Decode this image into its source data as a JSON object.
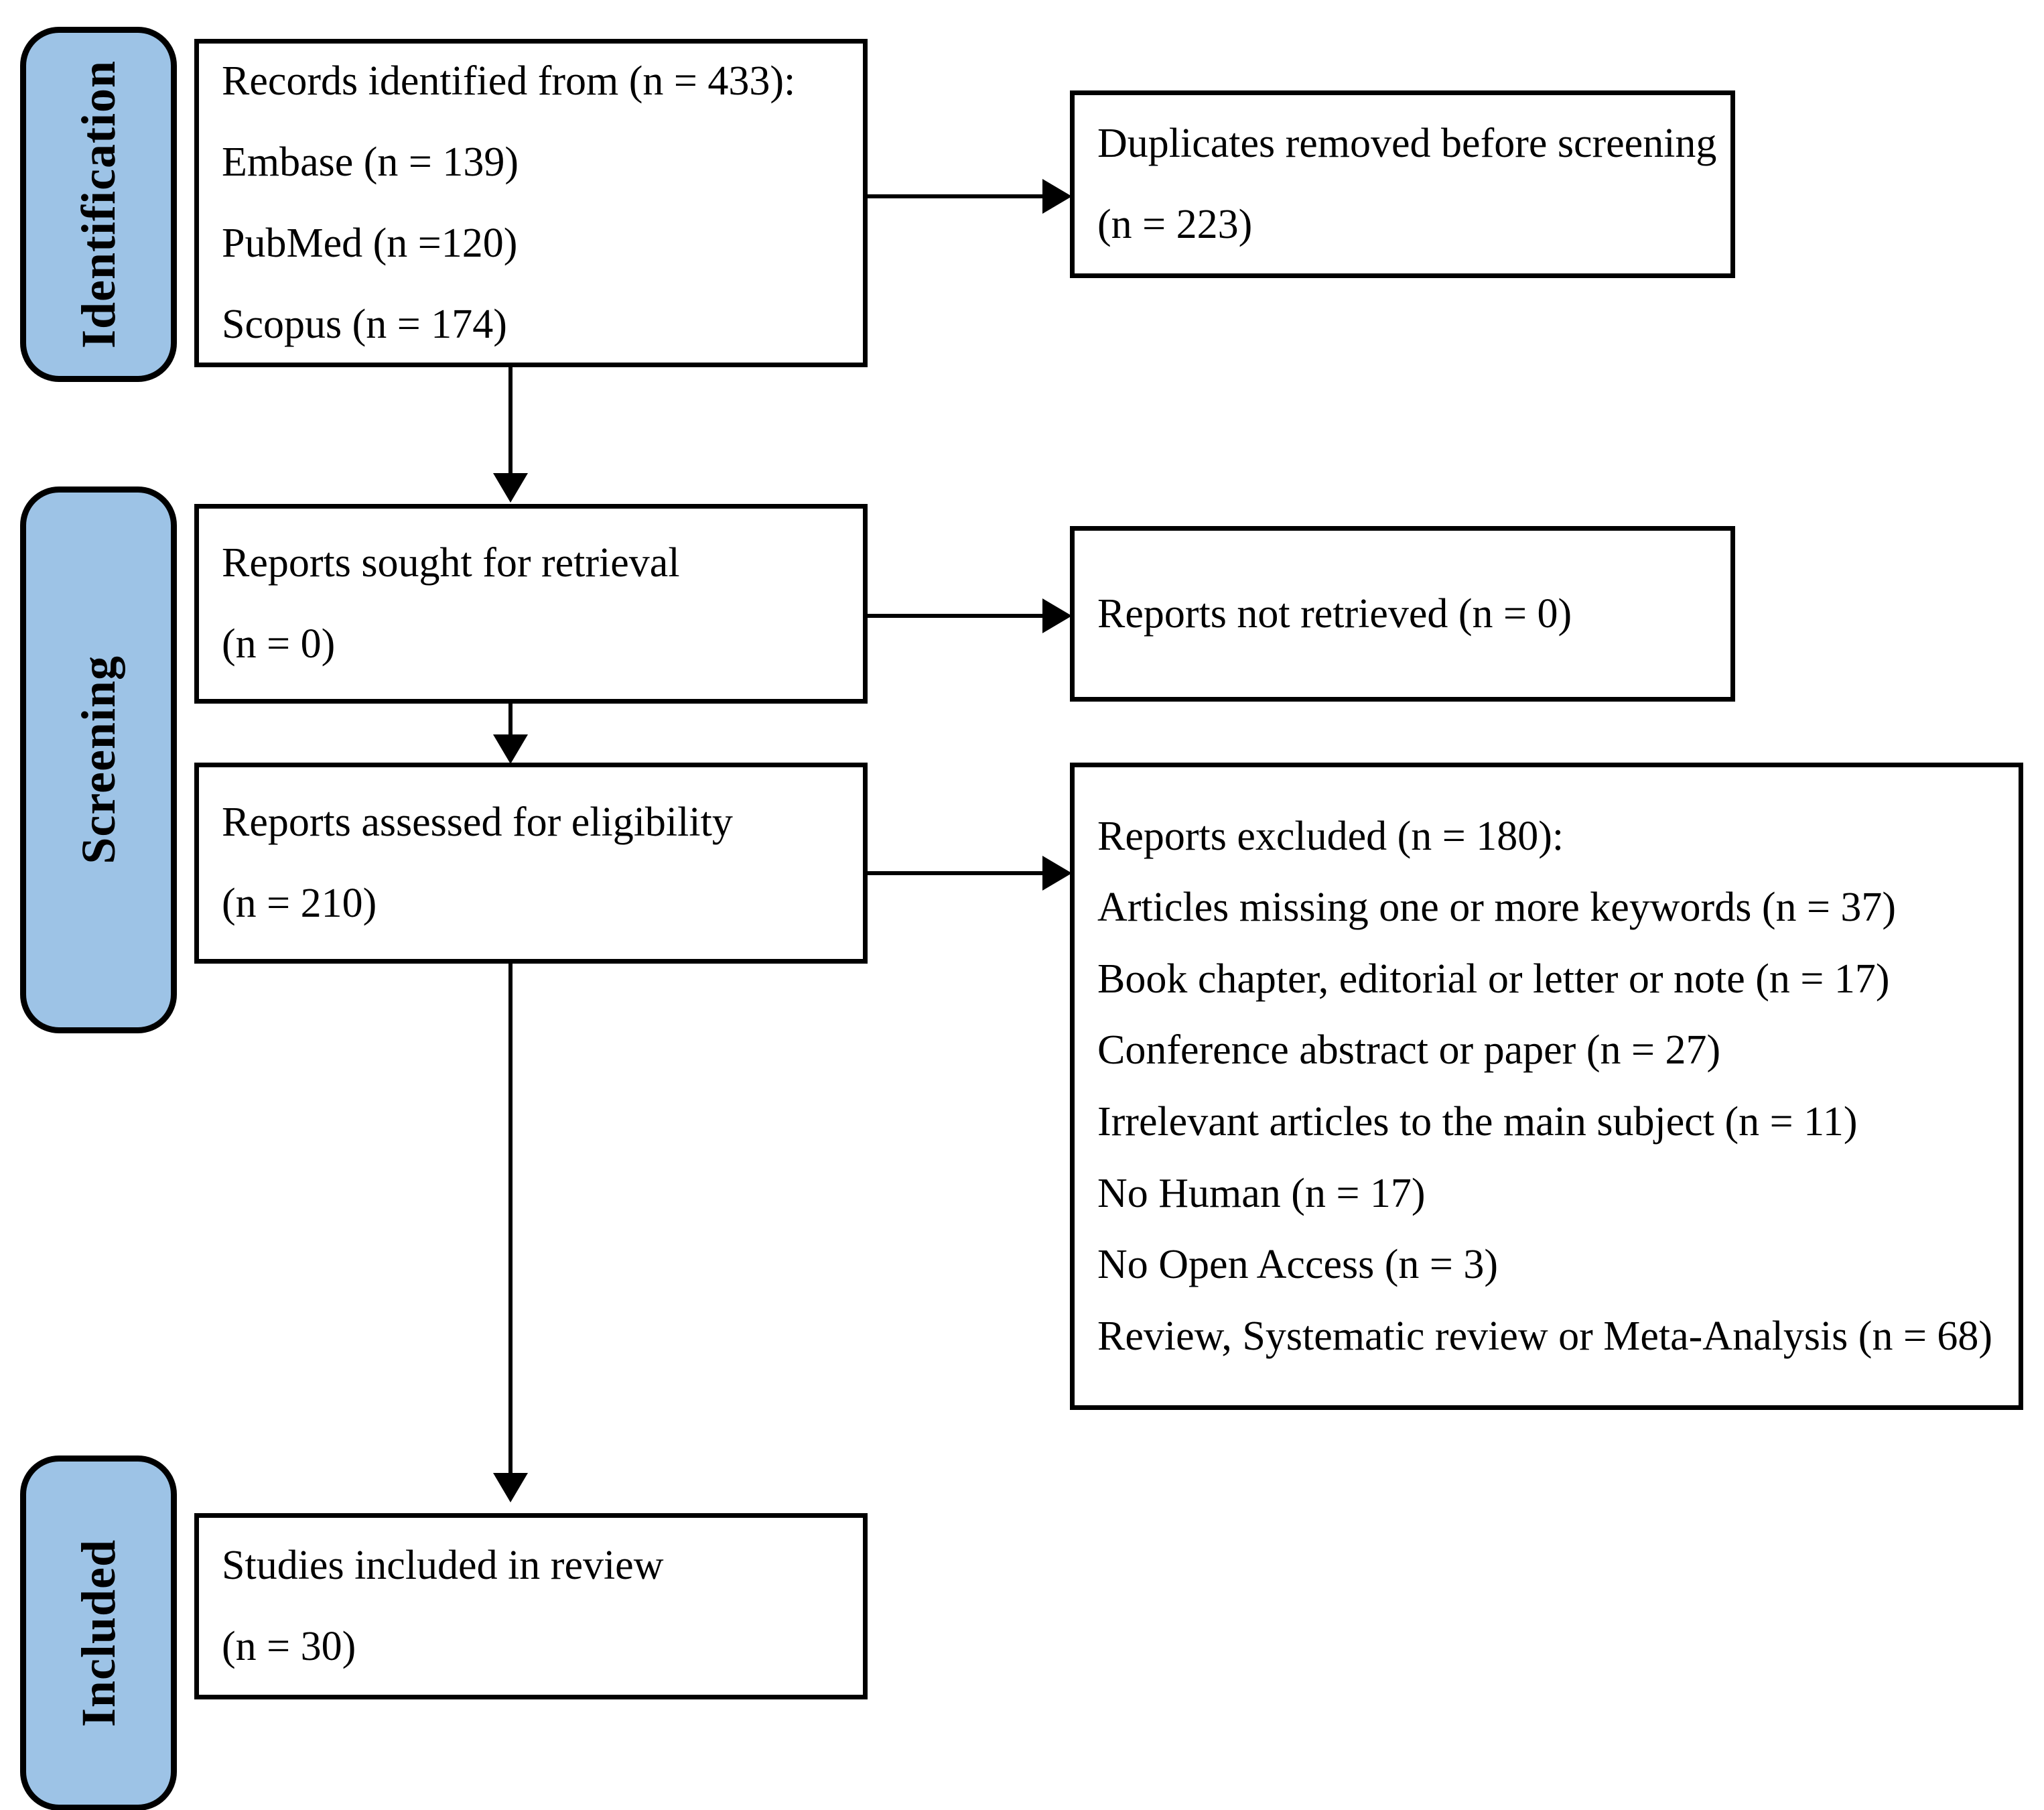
{
  "diagram": {
    "title": "PRISMA flow diagram",
    "accent_color": "#9DC3E6",
    "line_color": "#000000",
    "box_fill": "#FFFFFF"
  },
  "stages": [
    {
      "id": "identification",
      "label": "Identification"
    },
    {
      "id": "screening",
      "label": "Screening"
    },
    {
      "id": "included",
      "label": "Included"
    }
  ],
  "boxes": {
    "records_identified": {
      "lines": [
        "Records identified from (n = 433):",
        "Embase  (n = 139)",
        "PubMed (n =120)",
        "Scopus (n = 174)"
      ]
    },
    "duplicates_removed": {
      "lines": [
        "Duplicates  removed  before  screening",
        "(n = 223)"
      ]
    },
    "reports_sought": {
      "lines": [
        "Reports sought for retrieval",
        "(n = 0)"
      ]
    },
    "reports_not_retrieved": {
      "lines": [
        "Reports not retrieved (n = 0)"
      ]
    },
    "reports_assessed": {
      "lines": [
        "Reports assessed for eligibility",
        "(n = 210)"
      ]
    },
    "reports_excluded": {
      "lines": [
        "Reports excluded (n = 180):",
        "Articles missing one or more keywords (n = 37)",
        "Book chapter, editorial or letter or note (n = 17)",
        "Conference abstract or paper (n = 27)",
        "Irrelevant articles to the main subject (n = 11)",
        "No Human (n = 17)",
        "No Open Access (n = 3)",
        "Review, Systematic review or Meta-Analysis (n = 68)"
      ]
    },
    "studies_included": {
      "lines": [
        "Studies included in review",
        "(n = 30)"
      ]
    }
  },
  "chart_data": {
    "type": "diagram",
    "title": "PRISMA 2020 flow diagram for systematic review",
    "nodes": [
      {
        "id": "records_identified",
        "stage": "Identification",
        "label": "Records identified from",
        "n": 433,
        "sources": [
          {
            "name": "Embase",
            "n": 139
          },
          {
            "name": "PubMed",
            "n": 120
          },
          {
            "name": "Scopus",
            "n": 174
          }
        ]
      },
      {
        "id": "duplicates_removed",
        "stage": "Identification",
        "label": "Duplicates removed before screening",
        "n": 223
      },
      {
        "id": "reports_sought",
        "stage": "Screening",
        "label": "Reports sought for retrieval",
        "n": 0
      },
      {
        "id": "reports_not_retrieved",
        "stage": "Screening",
        "label": "Reports not retrieved",
        "n": 0
      },
      {
        "id": "reports_assessed",
        "stage": "Screening",
        "label": "Reports assessed for eligibility",
        "n": 210
      },
      {
        "id": "reports_excluded",
        "stage": "Screening",
        "label": "Reports excluded",
        "n": 180,
        "reasons": [
          {
            "reason": "Articles missing one or more keywords",
            "n": 37
          },
          {
            "reason": "Book chapter, editorial or letter or note",
            "n": 17
          },
          {
            "reason": "Conference abstract or paper",
            "n": 27
          },
          {
            "reason": "Irrelevant articles to the main subject",
            "n": 11
          },
          {
            "reason": "No Human",
            "n": 17
          },
          {
            "reason": "No Open Access",
            "n": 3
          },
          {
            "reason": "Review, Systematic review or Meta-Analysis",
            "n": 68
          }
        ]
      },
      {
        "id": "studies_included",
        "stage": "Included",
        "label": "Studies included in review",
        "n": 30
      }
    ],
    "edges": [
      {
        "from": "records_identified",
        "to": "duplicates_removed",
        "direction": "right"
      },
      {
        "from": "records_identified",
        "to": "reports_sought",
        "direction": "down"
      },
      {
        "from": "reports_sought",
        "to": "reports_not_retrieved",
        "direction": "right"
      },
      {
        "from": "reports_sought",
        "to": "reports_assessed",
        "direction": "down"
      },
      {
        "from": "reports_assessed",
        "to": "reports_excluded",
        "direction": "right"
      },
      {
        "from": "reports_assessed",
        "to": "studies_included",
        "direction": "down"
      }
    ]
  }
}
